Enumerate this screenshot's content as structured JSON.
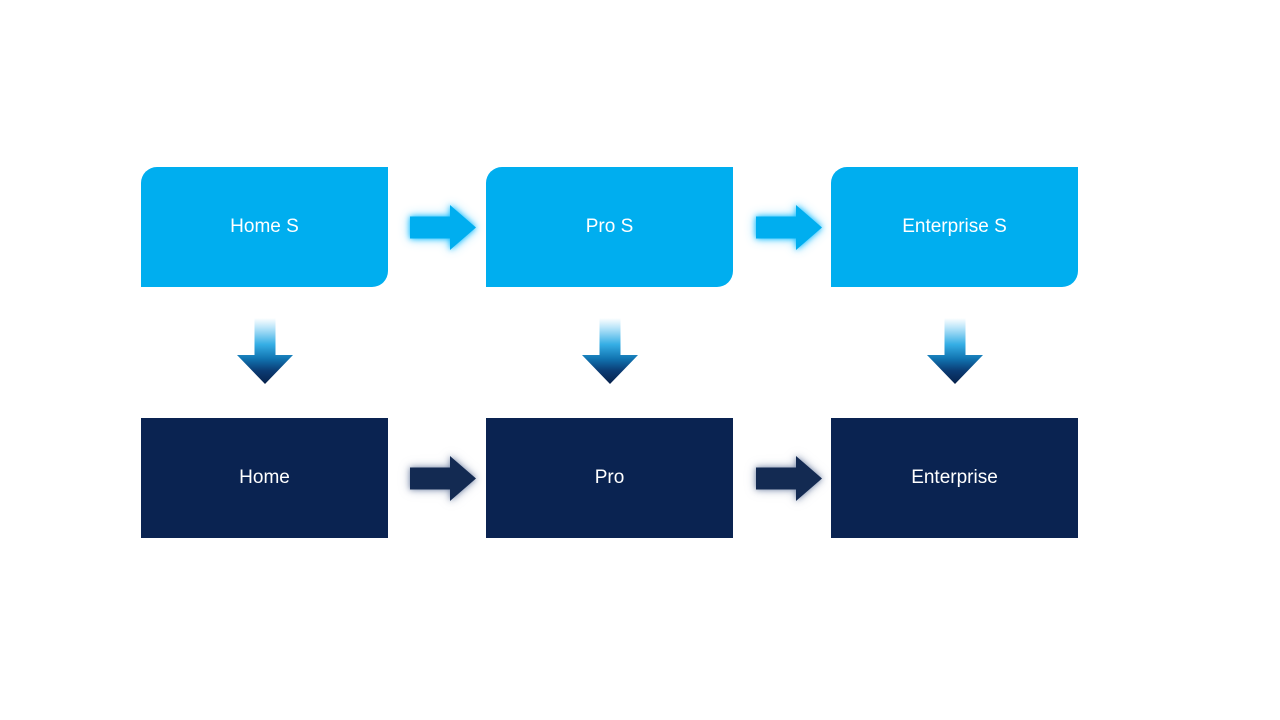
{
  "diagram": {
    "title": "windows-editions-s-mode-process",
    "background_color": "#FFFFFF",
    "text_color": "#FFFFFF",
    "top_row": {
      "style": "light-rounded-diagonal-corners",
      "box_color": "#00AEEF",
      "arrow_color": "#00AEEF",
      "boxes": [
        {
          "label": "Home S"
        },
        {
          "label": "Pro S"
        },
        {
          "label": "Enterprise S"
        }
      ]
    },
    "bottom_row": {
      "style": "dark-square-corners",
      "box_color": "#0A2351",
      "arrow_color": "#132A52",
      "boxes": [
        {
          "label": "Home"
        },
        {
          "label": "Pro"
        },
        {
          "label": "Enterprise"
        }
      ]
    },
    "down_arrow_gradient": [
      "#FFFFFF",
      "#B8E4F9",
      "#35AEE5",
      "#1173B0",
      "#0B3C74",
      "#07204A"
    ]
  }
}
